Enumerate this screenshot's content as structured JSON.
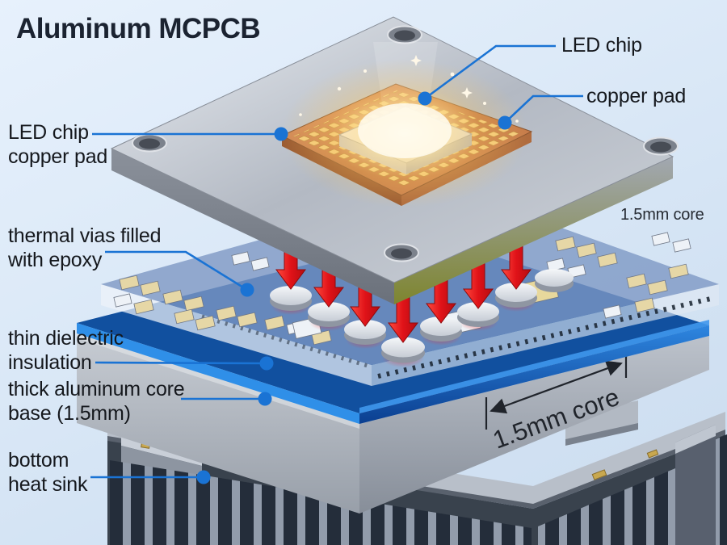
{
  "title": "Aluminum MCPCB",
  "labels": {
    "led_chip": "LED chip",
    "copper_pad": "copper pad",
    "led_chip_copper_pad_line1": "LED chip",
    "led_chip_copper_pad_line2": "copper pad",
    "core_note": "1.5mm core",
    "thermal_vias_line1": "thermal vias filled",
    "thermal_vias_line2": "with epoxy",
    "thin_dielectric_line1": "thin dielectric",
    "thin_dielectric_line2": "insulation",
    "thick_core_line1": "thick aluminum core",
    "thick_core_line2": "base (1.5mm)",
    "heat_sink_line1": "bottom",
    "heat_sink_line2": "heat sink",
    "dimension": "1.5mm core"
  },
  "colors": {
    "accent_blue": "#1a73d4",
    "arrow_red": "#e01218",
    "copper": "#c47a48",
    "gold_pad": "#f0c775",
    "dielectric_blue": "#1565c0",
    "aluminum_gray": "#b7bdc6",
    "heatsink_dark": "#2a3442",
    "text_dark": "#15181d",
    "title_color": "#1b2331",
    "background_top": "#e7f1fc",
    "background_bottom": "#cbdcef"
  }
}
